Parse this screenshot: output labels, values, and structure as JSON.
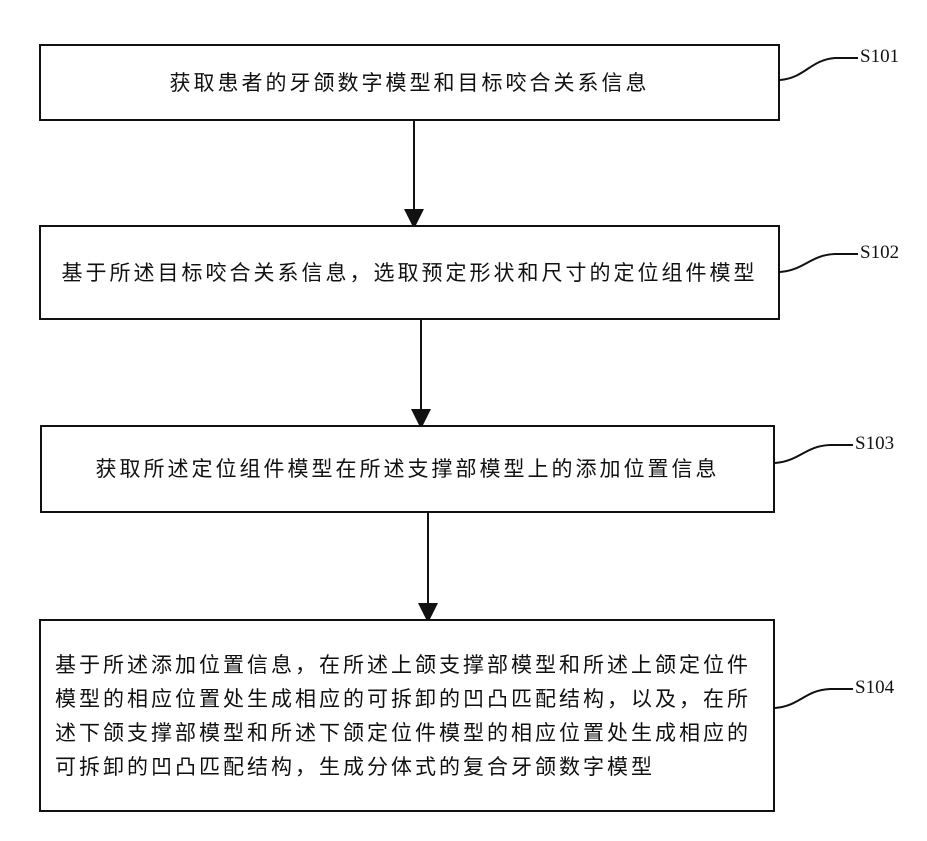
{
  "steps": [
    {
      "id": "S101",
      "text": "获取患者的牙颌数字模型和目标咬合关系信息"
    },
    {
      "id": "S102",
      "text": "基于所述目标咬合关系信息，选取预定形状和尺寸的定位组件模型"
    },
    {
      "id": "S103",
      "text": "获取所述定位组件模型在所述支撑部模型上的添加位置信息"
    },
    {
      "id": "S104",
      "text": "基于所述添加位置信息，在所述上颌支撑部模型和所述上颌定位件模型的相应位置处生成相应的可拆卸的凹凸匹配结构，以及，在所述下颌支撑部模型和所述下颌定位件模型的相应位置处生成相应的可拆卸的凹凸匹配结构，生成分体式的复合牙颌数字模型"
    }
  ],
  "colors": {
    "stroke": "#111111",
    "background": "#ffffff"
  }
}
